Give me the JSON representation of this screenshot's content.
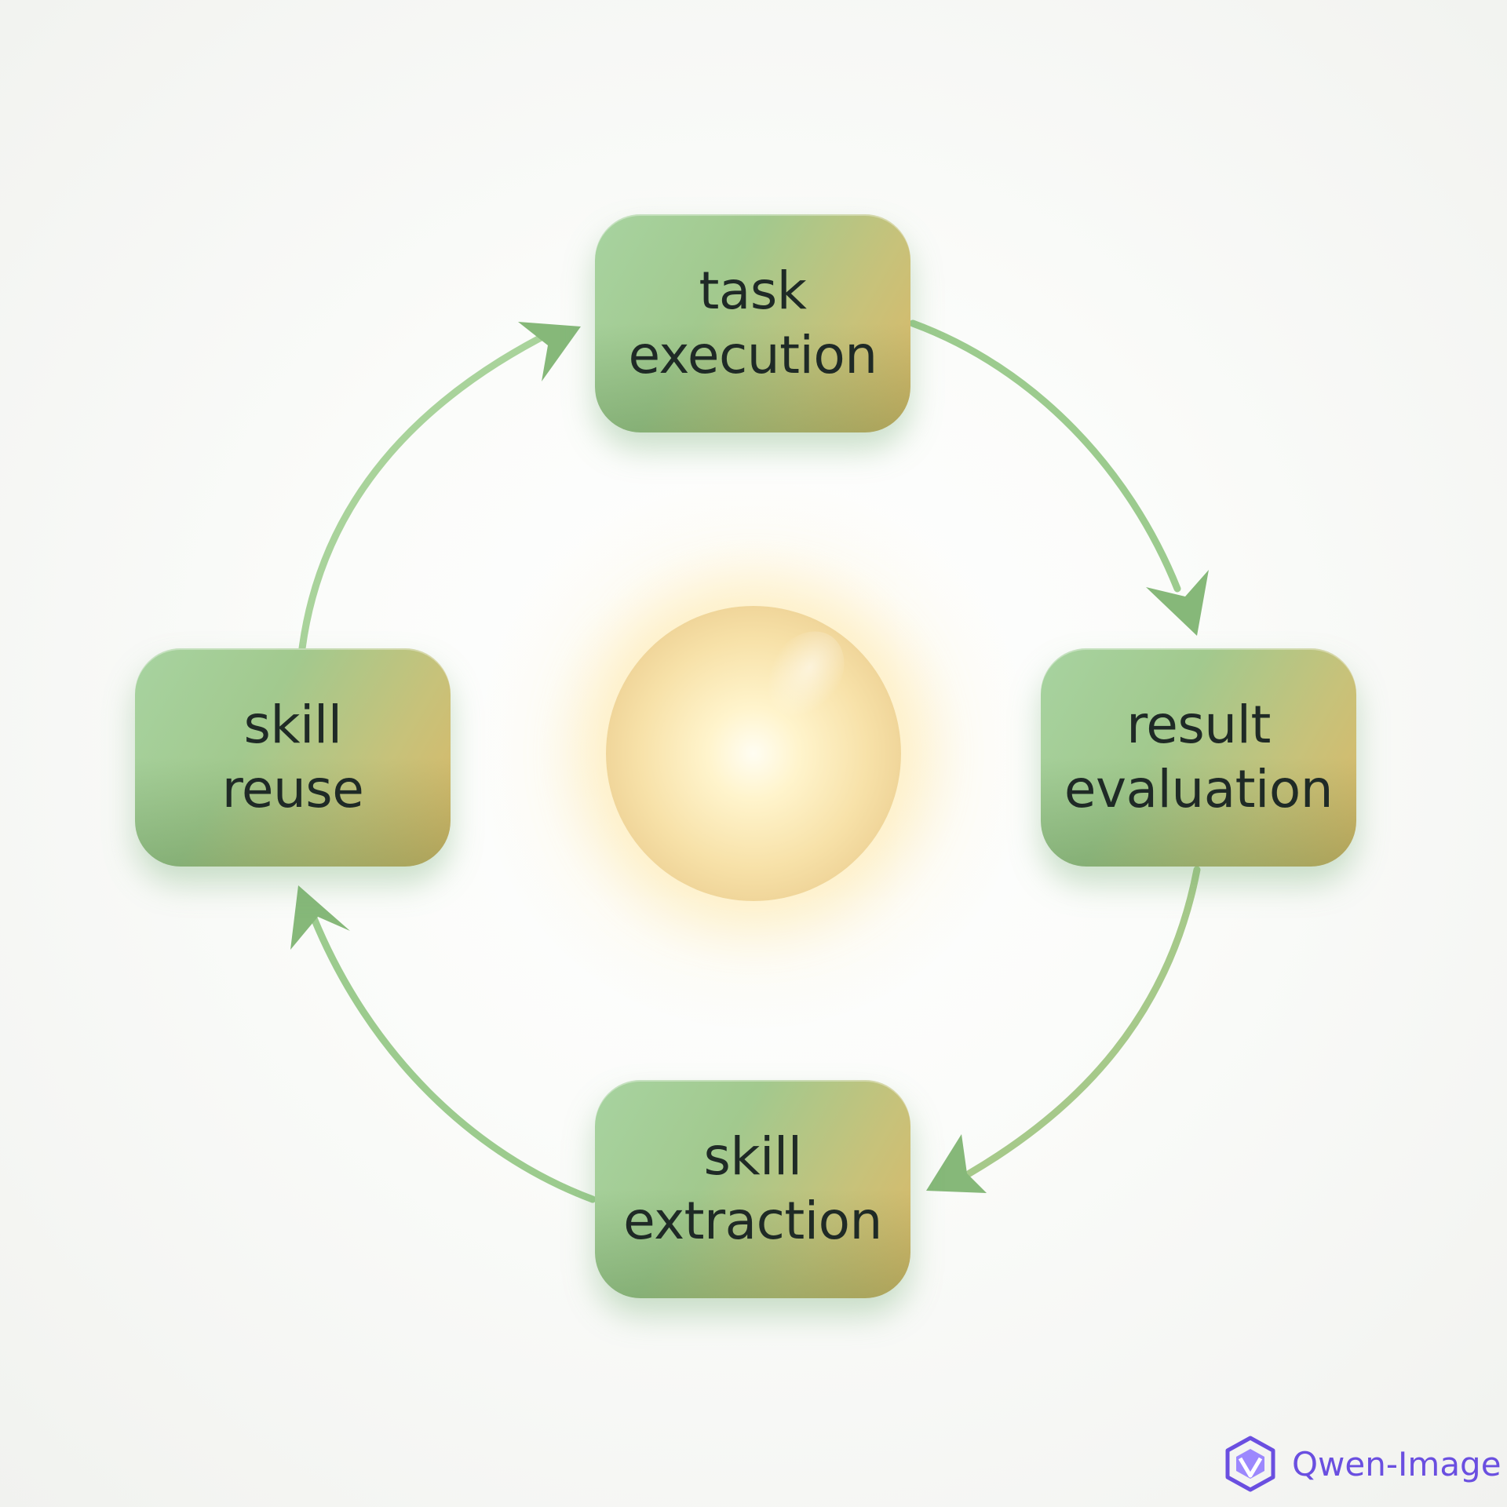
{
  "nodes": {
    "task_execution": {
      "line1": "task",
      "line2": "execution"
    },
    "result_evaluation": {
      "line1": "result",
      "line2": "evaluation"
    },
    "skill_extraction": {
      "line1": "skill",
      "line2": "extraction"
    },
    "skill_reuse": {
      "line1": "skill",
      "line2": "reuse"
    }
  },
  "edges": [
    {
      "from": "task execution",
      "to": "result evaluation"
    },
    {
      "from": "result evaluation",
      "to": "skill extraction"
    },
    {
      "from": "skill extraction",
      "to": "skill reuse"
    },
    {
      "from": "skill reuse",
      "to": "task execution"
    }
  ],
  "center": {
    "icon": "glowing-orb-icon"
  },
  "watermark": {
    "text": "Qwen-Image",
    "icon": "qwen-logo-icon"
  },
  "colors": {
    "node_green": "#a7d3a0",
    "node_amber": "#dcb766",
    "arrow_green": "#8dbd80",
    "text": "#1f2a26",
    "orb": "#f7e1a8",
    "watermark": "#6a4fe0"
  }
}
